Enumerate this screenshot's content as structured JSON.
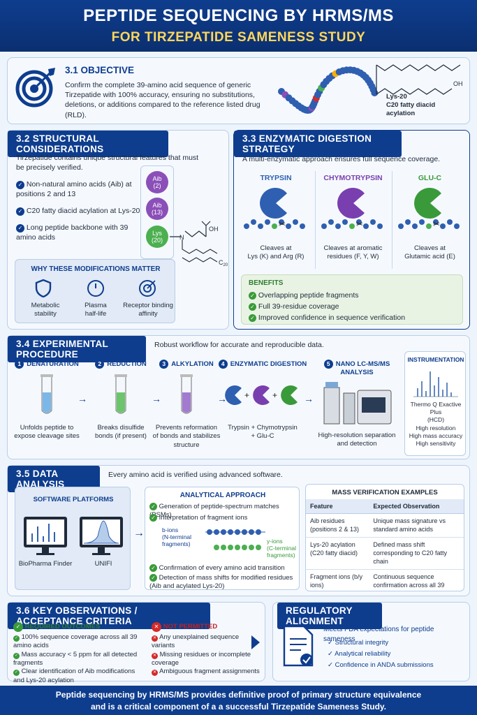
{
  "header": {
    "title": "PEPTIDE SEQUENCING BY HRMS/MS",
    "subtitle": "FOR TIRZEPATIDE SAMENESS STUDY"
  },
  "objective": {
    "title": "3.1 OBJECTIVE",
    "text": "Confirm the complete 39-amino acid sequence of generic Tirzepatide with 100% accuracy, ensuring no substitutions, deletions, or additions compared to the reference listed drug (RLD).",
    "mol_label1": "Lys-20",
    "mol_label2": "C20 fatty diacid",
    "mol_label3": "acylation"
  },
  "structural": {
    "title": "3.2 STRUCTURAL CONSIDERATIONS",
    "intro": "Tirzepatide contains unique structural features that must be precisely verified.",
    "items": [
      "Non-natural amino acids (Aib) at positions 2 and 13",
      "C20 fatty diacid acylation at Lys-20",
      "Long peptide backbone with 39 amino acids"
    ],
    "aib2": [
      "Aib",
      "(2)"
    ],
    "aib13": [
      "Aib",
      "(13)"
    ],
    "lys20": [
      "Lys",
      "(20)"
    ],
    "oh": "OH",
    "c20": "C",
    "c20sub": "20",
    "why_title": "WHY THESE MODIFICATIONS MATTER",
    "why": [
      [
        "Metabolic",
        "stability"
      ],
      [
        "Plasma",
        "half-life"
      ],
      [
        "Receptor binding",
        "affinity"
      ]
    ]
  },
  "digestion": {
    "title": "3.3 ENZYMATIC DIGESTION STRATEGY",
    "intro": "A multi-enzymatic approach ensures full sequence coverage.",
    "enzymes": [
      {
        "name": "TRYPSIN",
        "color": "#2f5fb0",
        "line1": "Cleaves at",
        "line2": "Lys (K) and Arg (R)"
      },
      {
        "name": "CHYMOTRYPSIN",
        "color": "#7a3fae",
        "line1": "Cleaves at aromatic",
        "line2": "residues (F, Y, W)"
      },
      {
        "name": "GLU-C",
        "color": "#3a9a3a",
        "line1": "Cleaves at",
        "line2": "Glutamic acid (E)"
      }
    ],
    "benefits_title": "BENEFITS",
    "benefits": [
      "Overlapping peptide fragments",
      "Full 39-residue coverage",
      "Improved confidence in sequence verification"
    ]
  },
  "procedure": {
    "title": "3.4 EXPERIMENTAL PROCEDURE",
    "subtitle": "Robust workflow for accurate and reproducible data.",
    "steps": [
      {
        "num": "1",
        "name": "DENATURATION",
        "line1": "Unfolds peptide to",
        "line2": "expose cleavage sites",
        "line3": ""
      },
      {
        "num": "2",
        "name": "REDUCTION",
        "line1": "Breaks disulfide",
        "line2": "bonds (if present)",
        "line3": ""
      },
      {
        "num": "3",
        "name": "ALKYLATION",
        "line1": "Prevents reformation",
        "line2": "of bonds and stabilizes",
        "line3": "structure"
      },
      {
        "num": "4",
        "name": "ENZYMATIC DIGESTION",
        "line1": "Trypsin + Chymotrypsin",
        "line2": "+ Glu-C",
        "line3": ""
      },
      {
        "num": "5",
        "name": "NANO LC-MS/MS ANALYSIS",
        "line1": "High-resolution separation",
        "line2": "and detection",
        "line3": ""
      }
    ],
    "instr_title": "INSTRUMENTATION",
    "instr_model": "Thermo Q Exactive Plus",
    "instr_mode": "(HCD)",
    "instr_feats": [
      "High resolution",
      "High mass accuracy",
      "High sensitivity"
    ]
  },
  "analysis": {
    "title": "3.5 DATA ANALYSIS",
    "subtitle": "Every amino acid is verified using advanced software.",
    "software_title": "SOFTWARE PLATFORMS",
    "software": [
      "BioPharma Finder",
      "UNIFI"
    ],
    "approach_title": "ANALYTICAL APPROACH",
    "approach": [
      "Generation of peptide-spectrum matches (PSMs)",
      "Interpretation of fragment ions",
      "Confirmation of every amino acid transition",
      "Detection of mass shifts for modified residues (Aib and acylated Lys-20)"
    ],
    "b_ions": [
      "b-ions",
      "(N-terminal",
      "fragments)"
    ],
    "y_ions": [
      "y-ions",
      "(C-terminal",
      "fragments)"
    ],
    "mv_title": "MASS VERIFICATION EXAMPLES",
    "mv_headers": [
      "Feature",
      "Expected Observation"
    ],
    "mv_rows": [
      [
        "Aib residues (positions 2 & 13)",
        "Unique mass signature vs standard amino acids"
      ],
      [
        "Lys-20 acylation (C20 fatty diacid)",
        "Defined mass shift corresponding to C20 fatty chain"
      ],
      [
        "Fragment ions (b/y ions)",
        "Continuous sequence confirmation across all 39 residues"
      ]
    ]
  },
  "observations": {
    "title": "3.6 KEY OBSERVATIONS / ACCEPTANCE CRITERIA",
    "req_title": "REQUIRED OUTCOMES",
    "req": [
      "100% sequence coverage across all 39 amino acids",
      "Mass accuracy < 5 ppm for all detected fragments",
      "Clear identification of Aib modifications and Lys-20 acylation"
    ],
    "not_title": "NOT PERMITTED",
    "not": [
      "Any unexplained sequence variants",
      "Missing residues or incomplete coverage",
      "Ambiguous fragment assignments"
    ]
  },
  "regulatory": {
    "title": "REGULATORY ALIGNMENT",
    "intro": "Meets FDA expectations for peptide sameness",
    "items": [
      "Structural integrity",
      "Analytical reliability",
      "Confidence in ANDA submissions"
    ]
  },
  "footer": {
    "line1": "Peptide sequencing by HRMS/MS provides definitive proof of primary structure equivalence",
    "line2": "and is a critical component of a a successful Tirzepatide Sameness Study."
  }
}
